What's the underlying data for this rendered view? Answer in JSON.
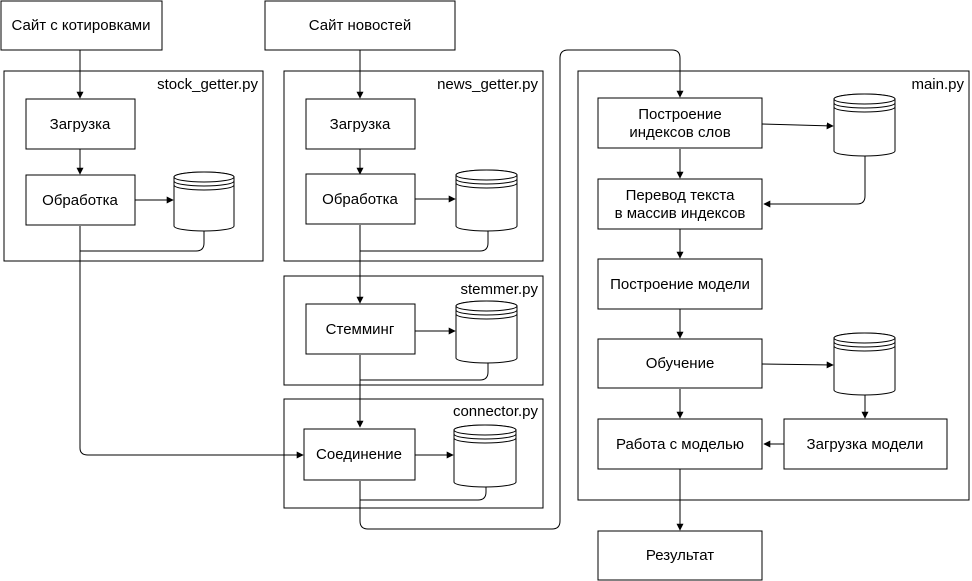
{
  "sources": {
    "quotes_site": "Сайт с котировками",
    "news_site": "Сайт новостей"
  },
  "modules": {
    "stock_getter": {
      "label": "stock_getter.py",
      "download": "Загрузка",
      "processing": "Обработка"
    },
    "news_getter": {
      "label": "news_getter.py",
      "download": "Загрузка",
      "processing": "Обработка"
    },
    "stemmer": {
      "label": "stemmer.py",
      "stemming": "Стемминг"
    },
    "connector": {
      "label": "connector.py",
      "join": "Соединение"
    },
    "main": {
      "label": "main.py",
      "build_index_l1": "Построение",
      "build_index_l2": "индексов слов",
      "translate_l1": "Перевод текста",
      "translate_l2": "в массив индексов",
      "build_model": "Построение модели",
      "training": "Обучение",
      "work_with_model": "Работа с моделью",
      "load_model": "Загрузка модели"
    }
  },
  "result": "Результат"
}
